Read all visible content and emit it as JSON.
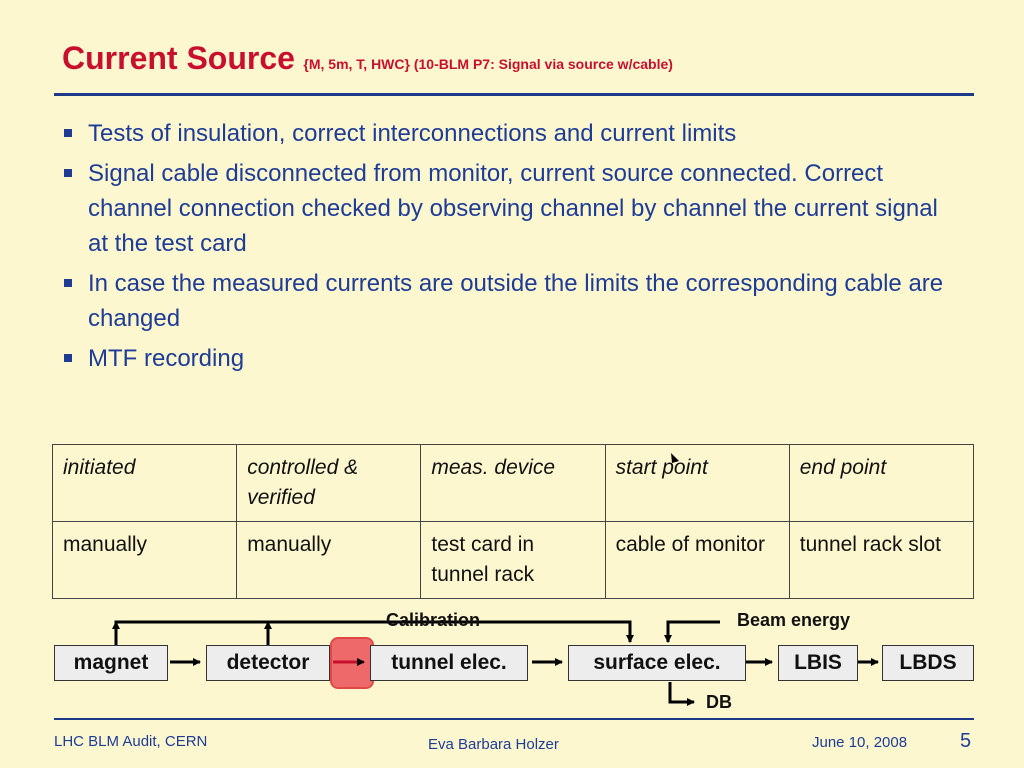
{
  "header": {
    "title": "Current Source",
    "subtitle": "{M, 5m, T, HWC} (10-BLM P7: Signal via source w/cable)"
  },
  "bullets": [
    "Tests of insulation, correct interconnections and current limits",
    "Signal cable disconnected from monitor, current source connected. Correct channel connection checked by observing channel by channel the current signal at the test card",
    "In case the measured currents are outside the limits the corresponding cable are changed",
    "MTF recording"
  ],
  "table": {
    "headers": [
      "initiated",
      "controlled & verified",
      "meas. device",
      "start point",
      "end point"
    ],
    "rows": [
      [
        "manually",
        "manually",
        "test card in tunnel rack",
        "cable of monitor",
        "tunnel rack slot"
      ]
    ]
  },
  "diagram": {
    "boxes": {
      "magnet": "magnet",
      "detector": "detector",
      "tunnel": "tunnel elec.",
      "surface": "surface elec.",
      "lbis": "LBIS",
      "lbds": "LBDS"
    },
    "labels": {
      "calibration": "Calibration",
      "beam_energy": "Beam energy",
      "db": "DB"
    }
  },
  "footer": {
    "left": "LHC BLM Audit, CERN",
    "center": "Eva Barbara Holzer",
    "date": "June 10, 2008",
    "page": "5"
  },
  "colors": {
    "title_red": "#c8102e",
    "text_blue": "#1e3c96",
    "rule_blue": "#1d3a8a",
    "background": "#fdf7d0",
    "highlight_red": "#ee6a6a"
  }
}
